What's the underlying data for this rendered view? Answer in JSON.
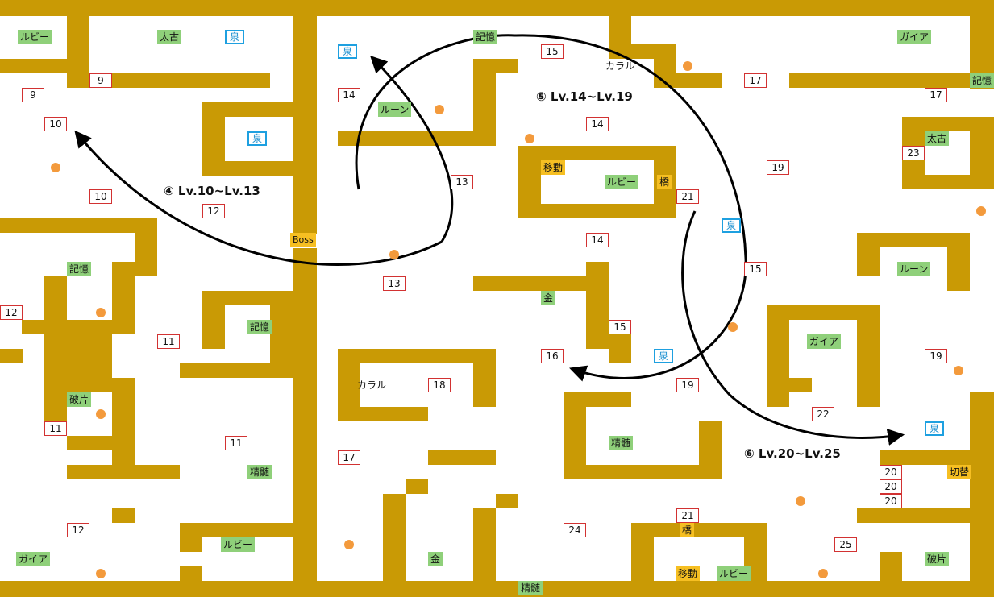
{
  "colors": {
    "wall": "#c99a05",
    "floor": "#ffffff",
    "item_green": "#8fd07a",
    "item_yellow": "#f6bf22",
    "spring": "#1ea0e0",
    "level_border": "#d23232",
    "enemy_dot": "#f39a3c",
    "arrow": "#000000"
  },
  "zones": {
    "z4": "④ Lv.10~Lv.13",
    "z5": "⑤ Lv.14~Lv.19",
    "z6": "⑥ Lv.20~Lv.25"
  },
  "items": {
    "ruby": "ルビー",
    "taiko": "太古",
    "izumi": "泉",
    "kioku": "記憶",
    "gaia": "ガイア",
    "rune": "ルーン",
    "karaku": "カラル",
    "hahen": "破片",
    "seizui": "精髄",
    "kin": "金",
    "idou": "移動",
    "hashi": "橋",
    "kirikae": "切替",
    "boss": "Boss"
  },
  "levels": {
    "l9": "9",
    "l10": "10",
    "l11": "11",
    "l12": "12",
    "l13": "13",
    "l14": "14",
    "l15": "15",
    "l16": "16",
    "l17": "17",
    "l18": "18",
    "l19": "19",
    "l20": "20",
    "l21": "21",
    "l22": "22",
    "l23": "23",
    "l24": "24",
    "l25": "25"
  }
}
